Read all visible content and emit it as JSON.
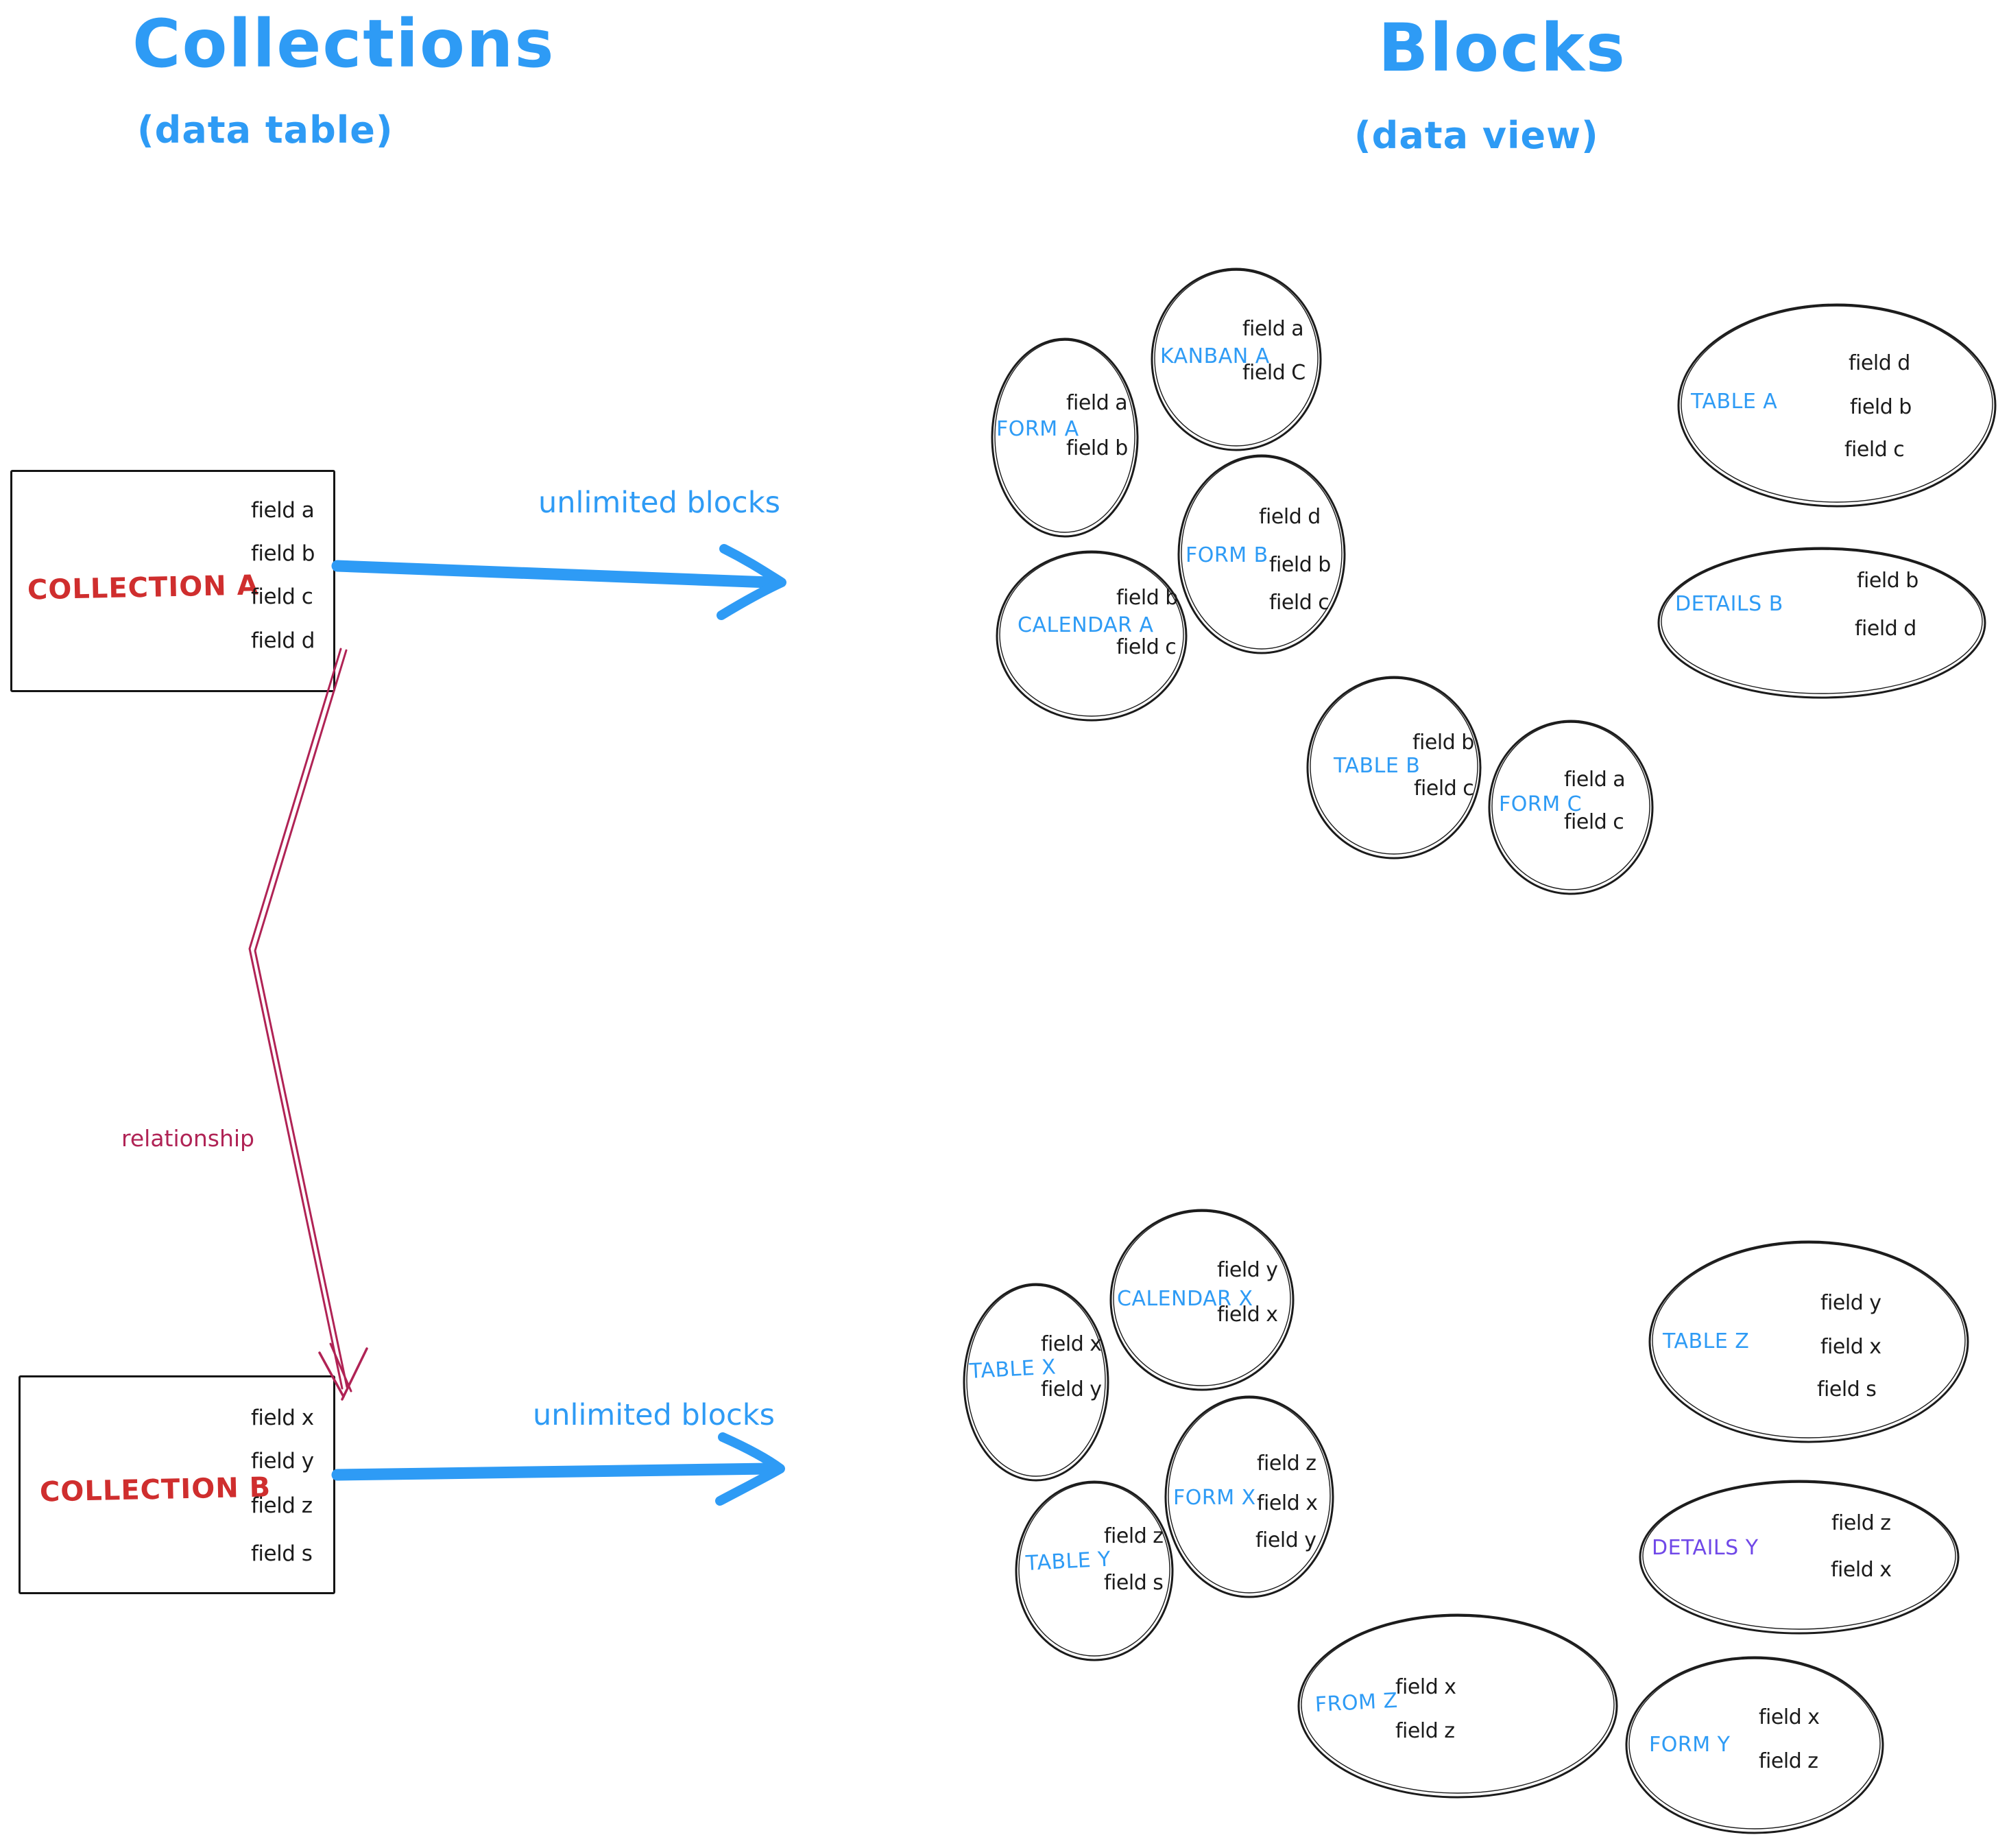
{
  "page": {
    "left_column_title": "Collections",
    "left_column_subtitle": "(data table)",
    "right_column_title": "Blocks",
    "right_column_subtitle": "(data view)"
  },
  "colors": {
    "accent_blue": "#2e9bf5",
    "collection_red": "#cf2e2e",
    "relationship_crimson": "#b02355",
    "details_y_purple": "#7048e8",
    "ink_black": "#1b1b1b"
  },
  "collection_a": {
    "name": "COLLECTION A",
    "fields": [
      "field a",
      "field b",
      "field c",
      "field d"
    ]
  },
  "collection_b": {
    "name": "COLLECTION B",
    "fields": [
      "field x",
      "field y",
      "field z",
      "field s"
    ]
  },
  "arrow_a_label": "unlimited blocks",
  "arrow_b_label": "unlimited blocks",
  "relationship_label": "relationship",
  "blocks_a": [
    {
      "label": "FORM A",
      "label_color": "#2e9bf5",
      "fields": [
        "field a",
        "field b"
      ]
    },
    {
      "label": "KANBAN A",
      "label_color": "#2e9bf5",
      "fields": [
        "field a",
        "field C"
      ]
    },
    {
      "label": "TABLE A",
      "label_color": "#2e9bf5",
      "fields": [
        "field d",
        "field b",
        "field c"
      ]
    },
    {
      "label": "CALENDAR A",
      "label_color": "#2e9bf5",
      "fields": [
        "field b",
        "field c"
      ]
    },
    {
      "label": "FORM B",
      "label_color": "#2e9bf5",
      "fields": [
        "field d",
        "field b",
        "field c"
      ]
    },
    {
      "label": "DETAILS B",
      "label_color": "#2e9bf5",
      "fields": [
        "field b",
        "field d"
      ]
    },
    {
      "label": "TABLE B",
      "label_color": "#2e9bf5",
      "fields": [
        "field b",
        "field c"
      ]
    },
    {
      "label": "FORM C",
      "label_color": "#2e9bf5",
      "fields": [
        "field a",
        "field c"
      ]
    }
  ],
  "blocks_b": [
    {
      "label": "TABLE X",
      "label_color": "#2e9bf5",
      "fields": [
        "field x",
        "field y"
      ]
    },
    {
      "label": "CALENDAR X",
      "label_color": "#2e9bf5",
      "fields": [
        "field y",
        "field x"
      ]
    },
    {
      "label": "TABLE Z",
      "label_color": "#2e9bf5",
      "fields": [
        "field y",
        "field x",
        "field s"
      ]
    },
    {
      "label": "TABLE Y",
      "label_color": "#2e9bf5",
      "fields": [
        "field z",
        "field s"
      ]
    },
    {
      "label": "FORM X",
      "label_color": "#2e9bf5",
      "fields": [
        "field z",
        "field x",
        "field y"
      ]
    },
    {
      "label": "DETAILS Y",
      "label_color": "#7048e8",
      "fields": [
        "field z",
        "field x"
      ]
    },
    {
      "label": "FROM Z",
      "label_color": "#2e9bf5",
      "fields": [
        "field x",
        "field z"
      ]
    },
    {
      "label": "FORM Y",
      "label_color": "#2e9bf5",
      "fields": [
        "field x",
        "field z"
      ]
    }
  ]
}
